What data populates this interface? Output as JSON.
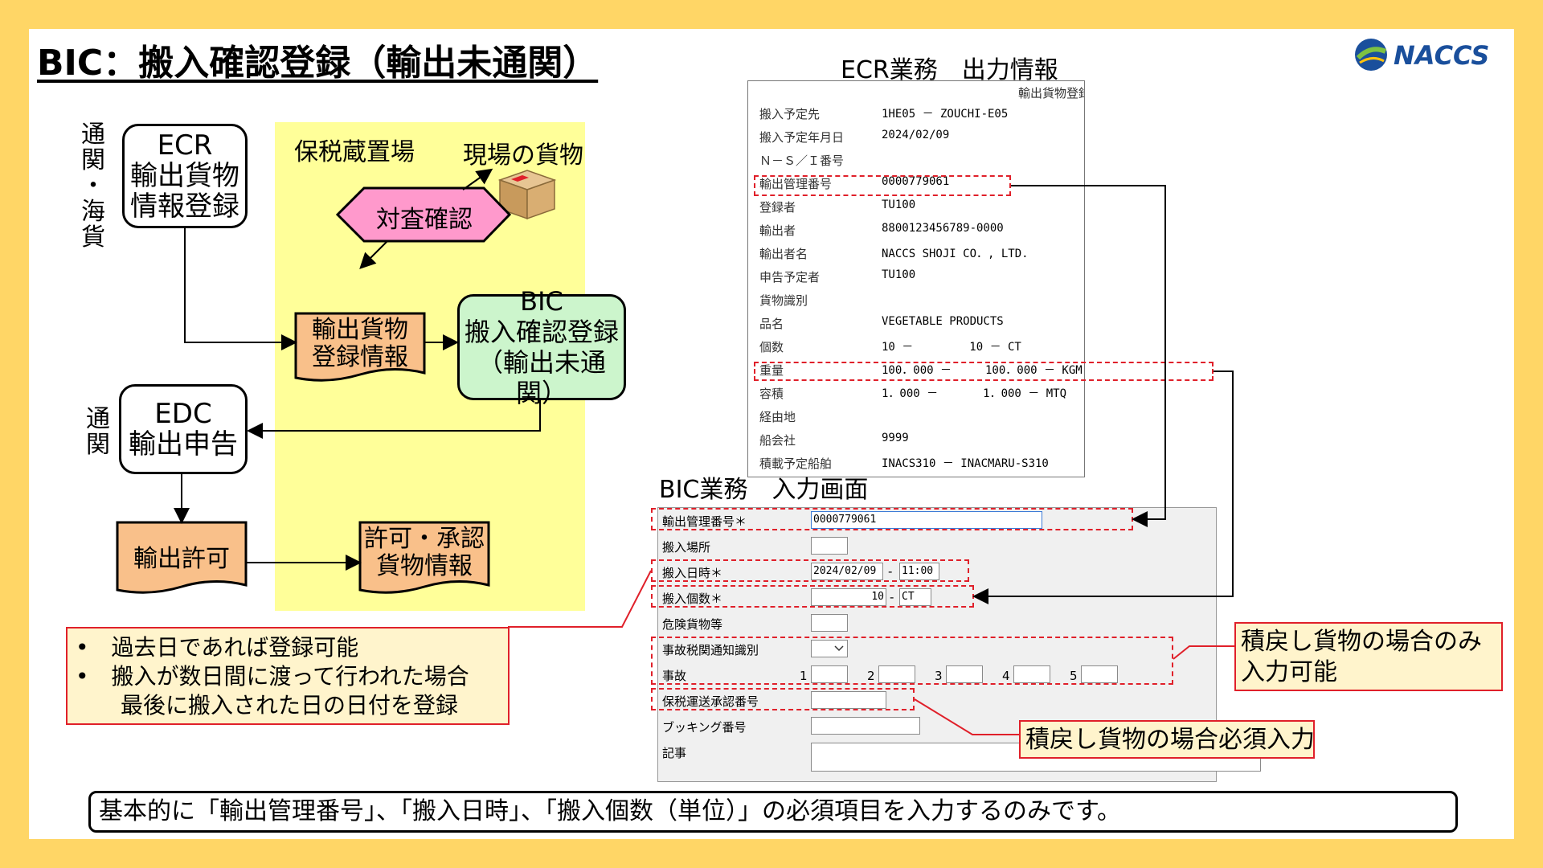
{
  "title": "BIC：搬入確認登録（輸出未通関）",
  "logo_text": "NACCS",
  "flow": {
    "side_label_top": [
      "通",
      "関",
      "・",
      "海",
      "貨"
    ],
    "side_label_mid": [
      "通",
      "関"
    ],
    "ecr_box": [
      "ECR",
      "輸出貨物",
      "情報登録"
    ],
    "bonded_area_label": "保税蔵置場",
    "cargo_label": "現場の貨物",
    "check_label": "対査確認",
    "export_info": [
      "輸出貨物",
      "登録情報"
    ],
    "bic_box": [
      "BIC",
      "搬入確認登録",
      "（輸出未通関）"
    ],
    "edc_box": [
      "EDC",
      "輸出申告"
    ],
    "permit": "輸出許可",
    "permit_info": [
      "許可・承認",
      "貨物情報"
    ]
  },
  "ecr_output": {
    "heading": "ECR業務　出力情報",
    "doc_title": "輸出貨物登録情報",
    "rows": [
      {
        "label": "搬入予定先",
        "value": "1HE05 － ZOUCHI-E05"
      },
      {
        "label": "搬入予定年月日",
        "value": "2024/02/09"
      },
      {
        "label": "Ｎ－Ｓ／Ｉ番号",
        "value": ""
      },
      {
        "label": "輸出管理番号",
        "value": "0000779061"
      },
      {
        "label": "登録者",
        "value": "TU100"
      },
      {
        "label": "輸出者",
        "value": "8800123456789-0000"
      },
      {
        "label": "輸出者名",
        "value": "NACCS SHOJI CO．, LTD."
      },
      {
        "label": "申告予定者",
        "value": "TU100"
      },
      {
        "label": "貨物識別",
        "value": ""
      },
      {
        "label": "品名",
        "value": "VEGETABLE PRODUCTS"
      },
      {
        "label": "個数",
        "value": "10 －　　　　　10 － CT"
      },
      {
        "label": "重量",
        "value": "100．000 －　　　100．000 － KGM"
      },
      {
        "label": "容積",
        "value": "1．000 －　　　　1．000 － MTQ"
      },
      {
        "label": "経由地",
        "value": ""
      },
      {
        "label": "船会社",
        "value": "9999"
      },
      {
        "label": "積載予定船舶",
        "value": "INACS310 － INACMARU-S310"
      }
    ]
  },
  "bic_input": {
    "heading": "BIC業務　入力画面",
    "labels": {
      "mgmt_no": "輸出管理番号＊",
      "place": "搬入場所",
      "datetime": "搬入日時＊",
      "count": "搬入個数＊",
      "danger": "危険貨物等",
      "accident_kind": "事故税関通知識別",
      "accident": "事故",
      "bonded_no": "保税運送承認番号",
      "booking": "ブッキング番号",
      "remarks": "記事"
    },
    "values": {
      "mgmt_no": "0000779061",
      "date": "2024/02/09",
      "time": "11:00",
      "count": "10",
      "unit": "CT",
      "sep": "-"
    },
    "accident_nums": [
      "1",
      "2",
      "3",
      "4",
      "5"
    ]
  },
  "callouts": {
    "left_lines": [
      "過去日であれば登録可能",
      "搬入が数日間に渡って行われた場合",
      "最後に搬入された日の日付を登録"
    ],
    "reexport_only": [
      "積戻し貨物の場合のみ",
      "入力可能"
    ],
    "reexport_required": "積戻し貨物の場合必須入力"
  },
  "footer": "基本的に「輸出管理番号」、「搬入日時」、「搬入個数（単位）」の必須項目を入力するのみです。",
  "colors": {
    "background": "#FFD666",
    "bonded_area": "#FFFF99",
    "check": "#FF99CC",
    "document": "#F9C08A",
    "bic": "#CCF5CC",
    "highlight": "#E0202A",
    "logo_blue": "#1A4F9C"
  }
}
